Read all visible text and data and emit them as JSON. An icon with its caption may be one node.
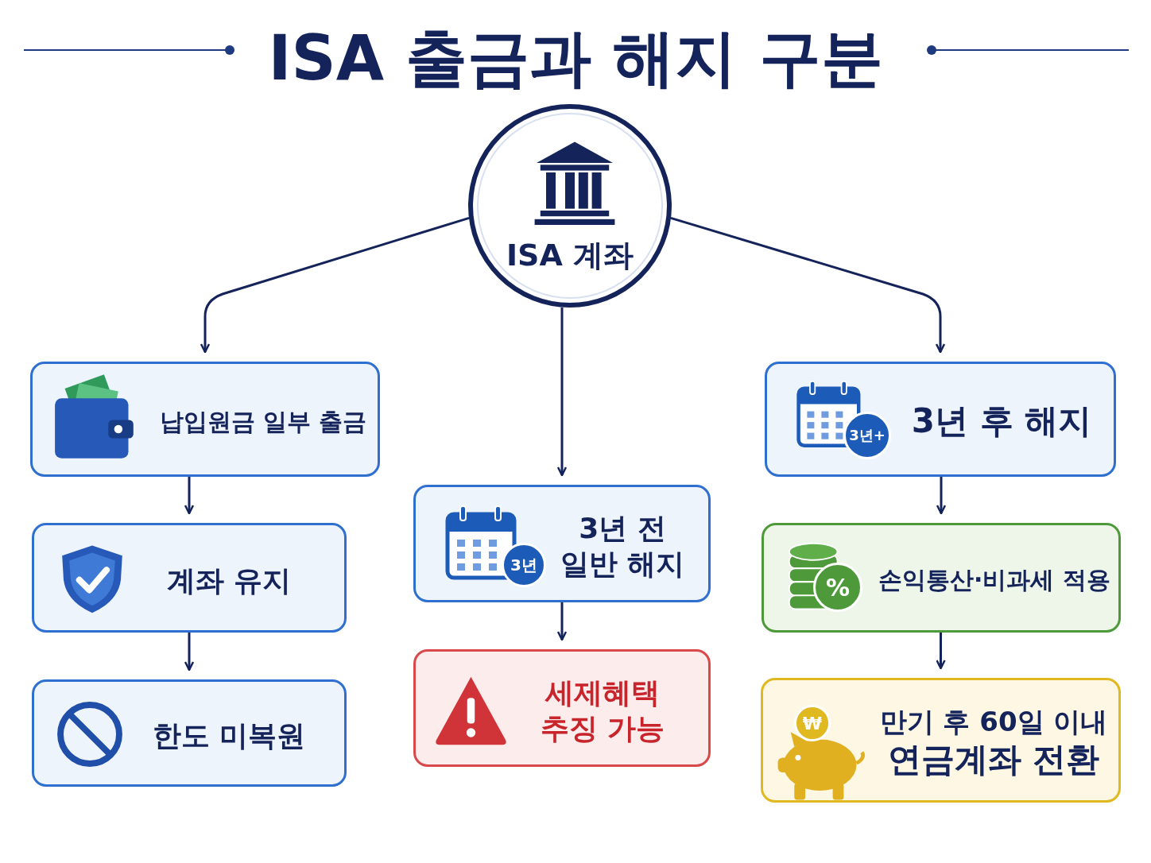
{
  "diagram": {
    "title": "ISA 출금과 해지 구분",
    "nodes": [
      {
        "text": [
          "ISA 계좌"
        ]
      },
      {
        "text": [
          "납입원금 일부 출금"
        ]
      },
      {
        "text": [
          "계좌 유지"
        ]
      },
      {
        "text": [
          "한도 미복원"
        ]
      },
      {
        "text": [
          "3년",
          "3년 전 일반 해지"
        ]
      },
      {
        "text": [
          "세제혜택 추징 가능"
        ]
      },
      {
        "text": [
          "3년+",
          "3년 후 해지"
        ]
      },
      {
        "text": [
          "%",
          "손익통산·비과세 적용"
        ]
      },
      {
        "text": [
          "₩",
          "만기 후 60일 이내",
          "연금계좌 전환"
        ]
      }
    ],
    "edges": [
      {
        "from": 0,
        "to": 1,
        "arrow": "to"
      },
      {
        "from": 0,
        "to": 4,
        "arrow": "to"
      },
      {
        "from": 0,
        "to": 6,
        "arrow": "to"
      },
      {
        "from": 1,
        "to": 2,
        "arrow": "to"
      },
      {
        "from": 2,
        "to": 3,
        "arrow": "to"
      },
      {
        "from": 4,
        "to": 5,
        "arrow": "to"
      },
      {
        "from": 6,
        "to": 7,
        "arrow": "to"
      },
      {
        "from": 7,
        "to": 8,
        "arrow": "to"
      }
    ]
  }
}
